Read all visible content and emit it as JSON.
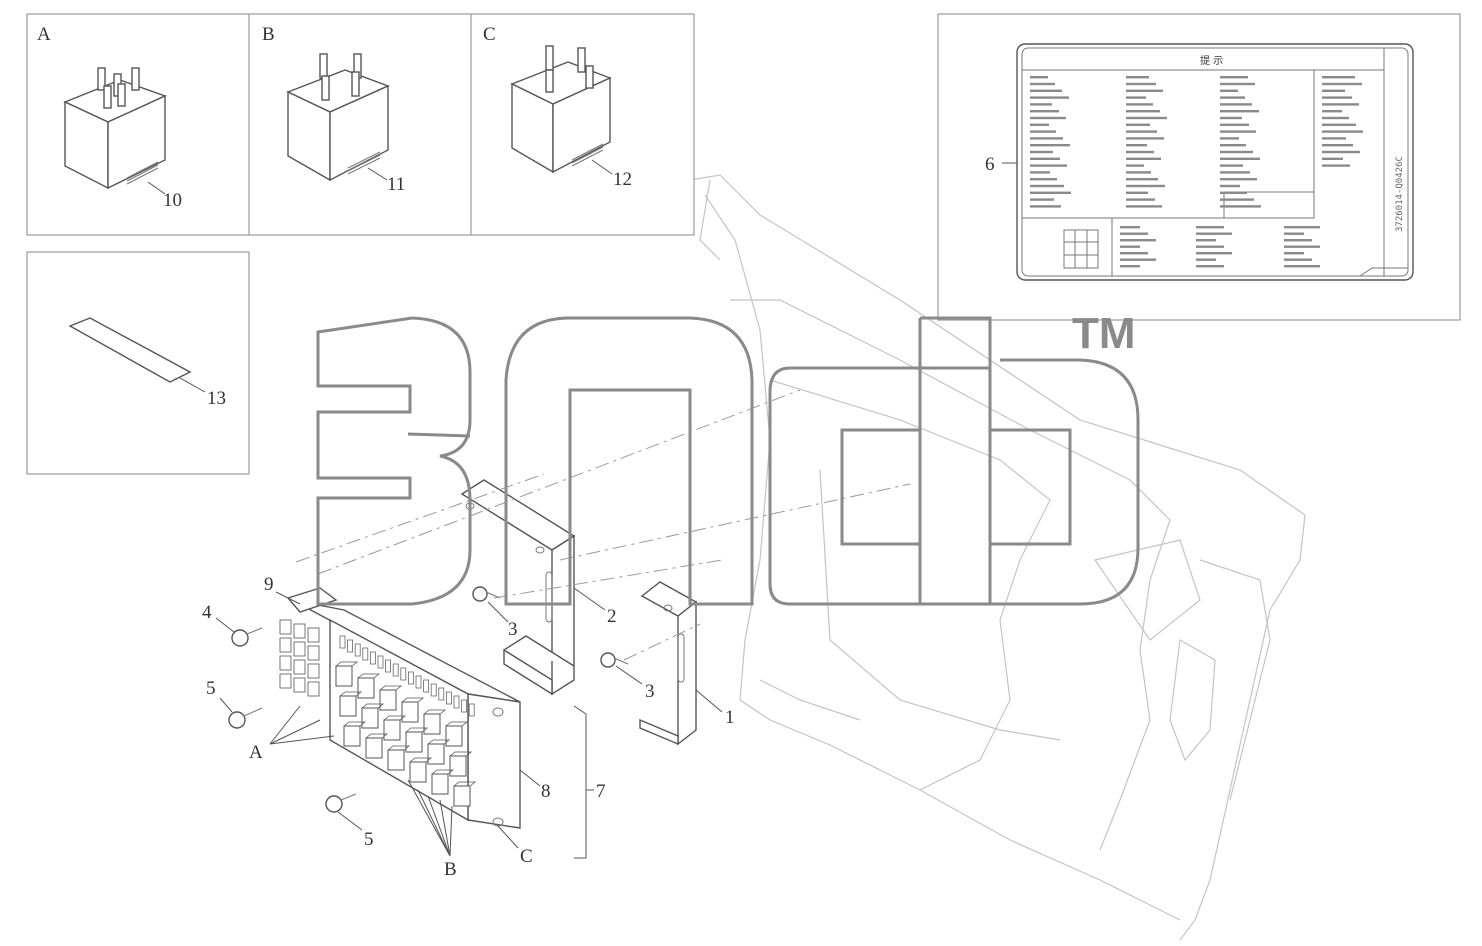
{
  "panels": {
    "a_label": "A",
    "b_label": "B",
    "c_label": "C"
  },
  "callouts": {
    "n1": "1",
    "n2": "2",
    "n3a": "3",
    "n3b": "3",
    "n4": "4",
    "n5a": "5",
    "n5b": "5",
    "n6": "6",
    "n7": "7",
    "n8": "8",
    "n9": "9",
    "n10": "10",
    "n11": "11",
    "n12": "12",
    "n13": "13",
    "letter_a": "A",
    "letter_b": "B",
    "letter_c": "C"
  },
  "label_card": {
    "title": "提  示",
    "side_code": "3726014-Q0426C"
  },
  "watermark": {
    "tm": "TM"
  },
  "colors": {
    "line": "#555555",
    "frame": "#9a9a9a",
    "watermark": "#8a8a8a"
  }
}
